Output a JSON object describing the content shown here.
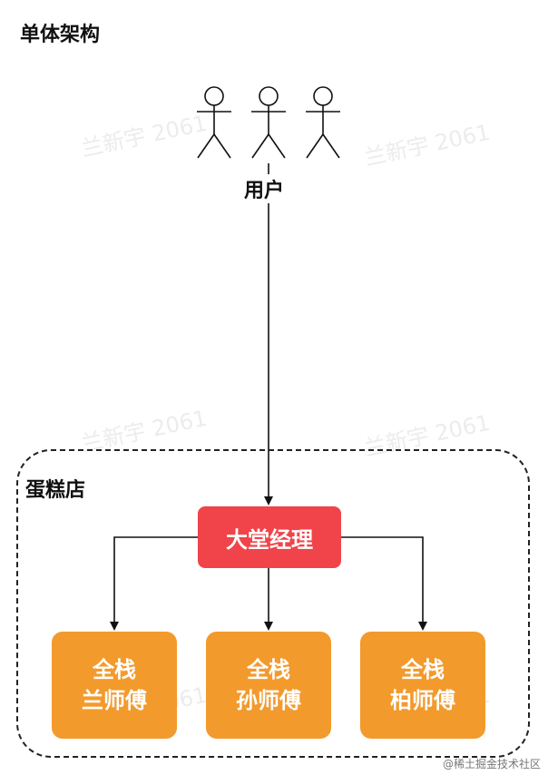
{
  "title": "单体架构",
  "watermark": "兰新宇 2061",
  "users": {
    "label": "用户",
    "icons": [
      "stick-figure",
      "stick-figure",
      "stick-figure"
    ]
  },
  "store": {
    "label": "蛋糕店",
    "manager": "大堂经理",
    "chefs": [
      {
        "line1": "全栈",
        "line2": "兰师傅"
      },
      {
        "line1": "全栈",
        "line2": "孙师傅"
      },
      {
        "line1": "全栈",
        "line2": "柏师傅"
      }
    ]
  },
  "colors": {
    "manager": "#f0444a",
    "chef": "#f39a2c"
  },
  "footer": "@稀土掘金技术社区"
}
